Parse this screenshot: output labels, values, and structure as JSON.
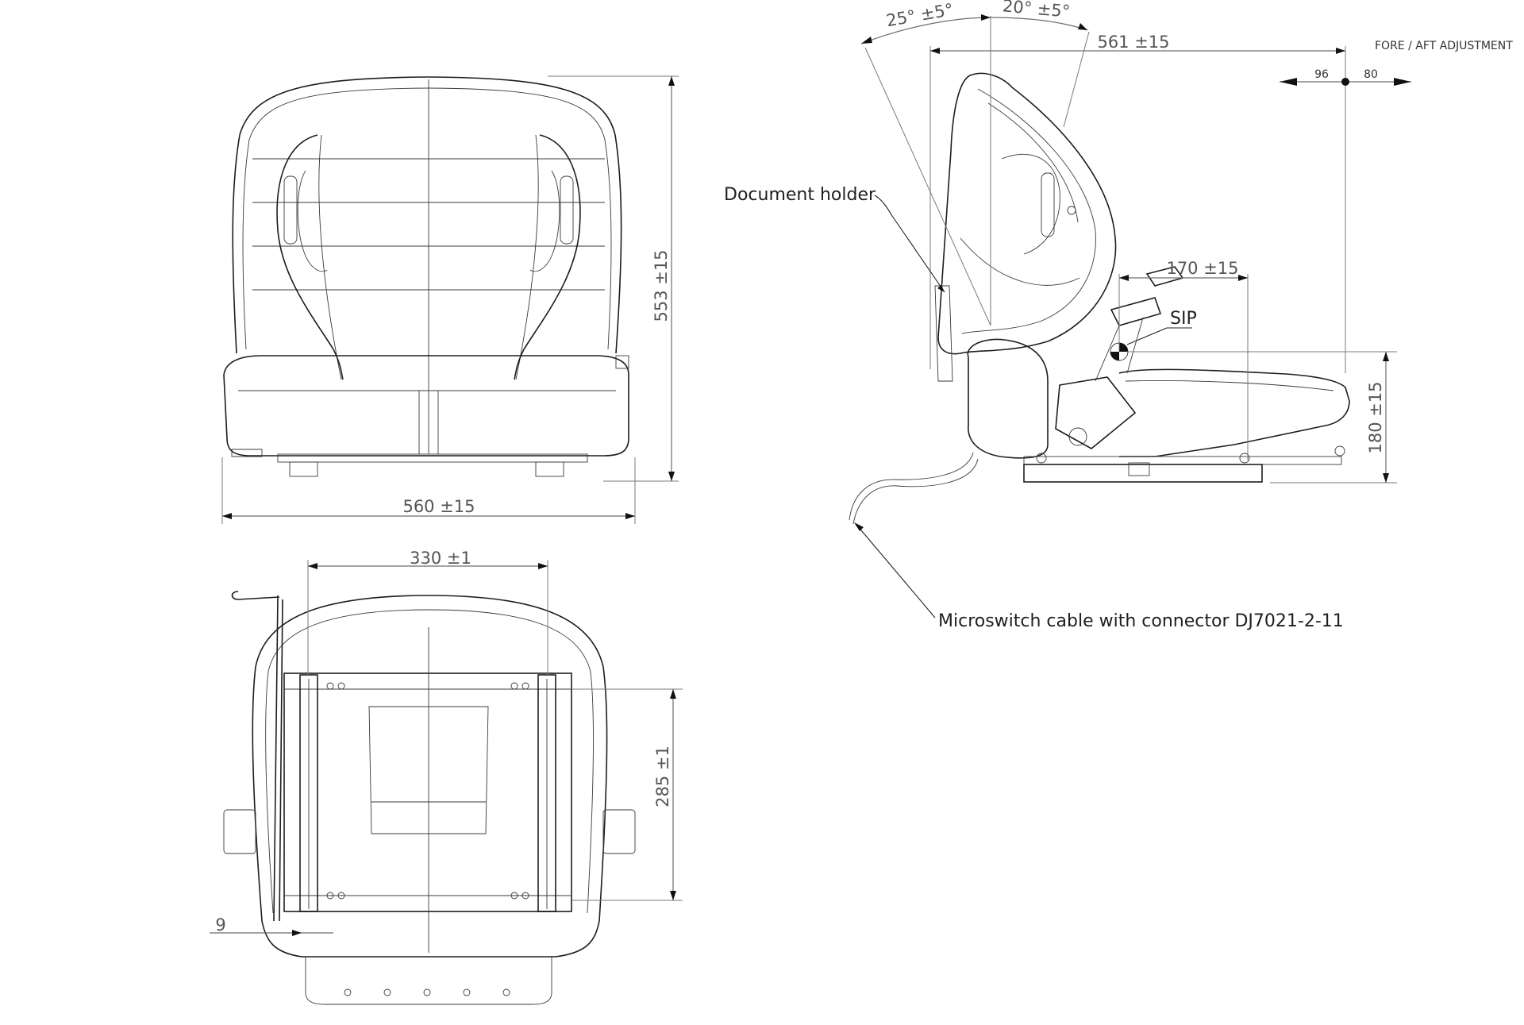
{
  "front_view": {
    "width_dim": "560 ±15",
    "height_dim": "553 ±15"
  },
  "bottom_view": {
    "rail_spacing_dim": "330 ±1",
    "mount_depth_dim": "285 ±1",
    "offset_dim": "9"
  },
  "side_view": {
    "angle_back": "25° ±5°",
    "angle_fwd": "20° ±5°",
    "length_dim": "561 ±15",
    "fore_aft_label": "FORE / AFT ADJUSTMENT",
    "fore_value": "96",
    "aft_value": "80",
    "belt_dim": "170 ±15",
    "sip_label": "SIP",
    "sip_height_dim": "180 ±15",
    "document_holder_label": "Document holder",
    "cable_label": "Microswitch cable with connector DJ7021-2-11"
  },
  "colors": {
    "line": "#1d1d1d",
    "dimension": "#6d6d6d",
    "background": "#ffffff"
  }
}
